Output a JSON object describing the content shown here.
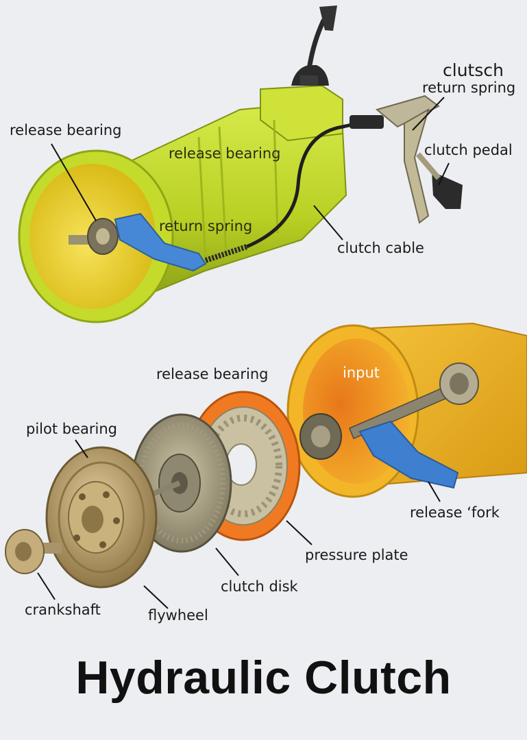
{
  "title": "Hydraulic Clutch",
  "labels": {
    "clutsch": "clutsch",
    "return_spring_top": "return spring",
    "release_bearing_left": "release bearing",
    "release_bearing_body": "release bearing",
    "clutch_pedal": "clutch pedal",
    "return_spring_mid": "return spring",
    "clutch_cable": "clutch cable",
    "release_bearing_lower": "release bearing",
    "input": "input",
    "pilot_bearing": "pilot bearing",
    "release_fork": "release ‘fork",
    "pressure_plate": "pressure plate",
    "clutch_disk": "clutch disk",
    "crankshaft": "crankshaft",
    "flywheel": "flywheel"
  },
  "colors": {
    "background": "#eceef1",
    "housing_green": "#c6dc2a",
    "housing_shadow": "#93a81a",
    "housing_inner": "#f0d21a",
    "bell_orange": "#f0a51e",
    "fork_blue": "#3f7fd0",
    "pressure_plate_orange": "#f07a22",
    "metal": "#8c8670",
    "flywheel_gold": "#bda36f"
  },
  "icons": {
    "gear_lever": "gear-lever-icon",
    "pedal": "clutch-pedal-icon"
  }
}
